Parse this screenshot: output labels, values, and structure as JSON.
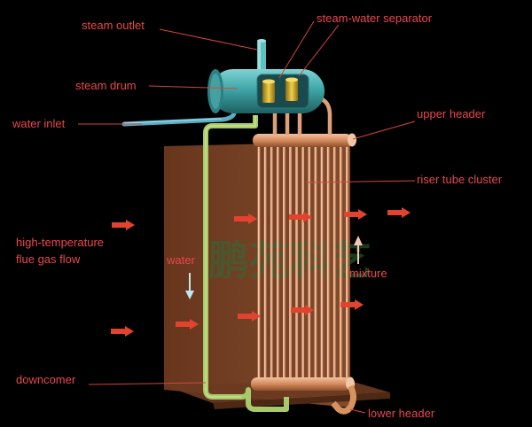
{
  "labels": {
    "steam_outlet": "steam outlet",
    "steam_water_separator": "steam-water separator",
    "steam_drum": "steam drum",
    "water_inlet": "water inlet",
    "upper_header": "upper header",
    "riser_tube_cluster": "riser tube cluster",
    "flue_gas_line1": "high-temperature",
    "flue_gas_line2": "flue gas flow",
    "water": "water",
    "mixture": "mixture",
    "downcomer": "downcomer",
    "lower_header": "lower header"
  },
  "watermark": "鹏苑科艺",
  "colors": {
    "label": "#e8474e",
    "drum": "#3fa7a8",
    "separator": "#c9a52c",
    "downcomer": "#a8c96a",
    "riser": "#e3a27a",
    "panel": "#8a4a2a",
    "flow_arrow": "#e2432e",
    "water_arrow": "#bfe8ef",
    "mixture_arrow": "#f3c8b6"
  }
}
